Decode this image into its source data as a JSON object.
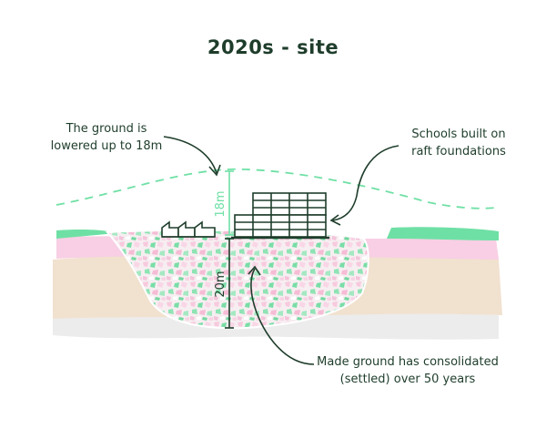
{
  "title": "2020s - site",
  "annotations": {
    "ground_lowered_line1": "The ground is",
    "ground_lowered_line2": "lowered up to 18m",
    "schools_line1": "Schools built on",
    "schools_line2": "raft foundations",
    "made_ground_line1": "Made ground has consolidated",
    "made_ground_line2": "(settled) over 50 years"
  },
  "dimensions": {
    "lowered_depth": "18m",
    "made_ground_depth": "20m"
  },
  "colors": {
    "text": "#1e3d2b",
    "mint": "#6fe0a5",
    "pink": "#f8cfe4",
    "sand": "#f1e1cf",
    "grey": "#ececec",
    "line": "#1e3d2b"
  }
}
